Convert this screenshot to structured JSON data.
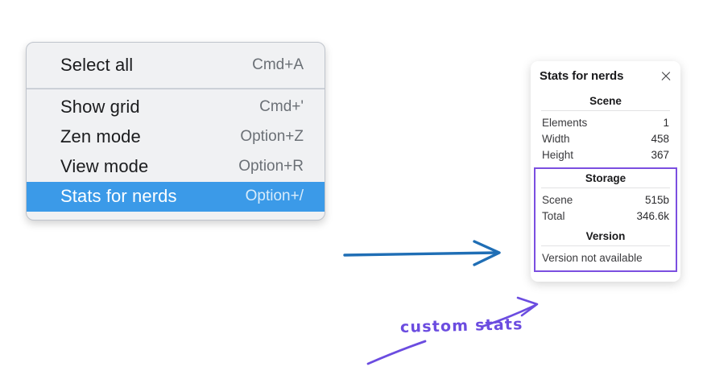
{
  "context_menu": {
    "sections": [
      {
        "items": [
          {
            "label": "Select all",
            "shortcut": "Cmd+A",
            "selected": false
          }
        ]
      },
      {
        "items": [
          {
            "label": "Show grid",
            "shortcut": "Cmd+'",
            "selected": false
          },
          {
            "label": "Zen mode",
            "shortcut": "Option+Z",
            "selected": false
          },
          {
            "label": "View mode",
            "shortcut": "Option+R",
            "selected": false
          },
          {
            "label": "Stats for nerds",
            "shortcut": "Option+/",
            "selected": true
          }
        ]
      }
    ],
    "highlight_color": "#3b9ae8"
  },
  "stats_panel": {
    "title": "Stats for nerds",
    "close_icon": "close-icon",
    "scene": {
      "heading": "Scene",
      "rows": [
        {
          "label": "Elements",
          "value": "1"
        },
        {
          "label": "Width",
          "value": "458"
        },
        {
          "label": "Height",
          "value": "367"
        }
      ]
    },
    "storage": {
      "heading": "Storage",
      "rows": [
        {
          "label": "Scene",
          "value": "515b"
        },
        {
          "label": "Total",
          "value": "346.6k"
        }
      ]
    },
    "version": {
      "heading": "Version",
      "note": "Version not available"
    },
    "highlight_border_color": "#7b4fe0"
  },
  "annotations": {
    "custom_stats_label": "custom stats",
    "arrow_blue_color": "#1f6eb5",
    "arrow_purple_color": "#6b4ce0"
  }
}
